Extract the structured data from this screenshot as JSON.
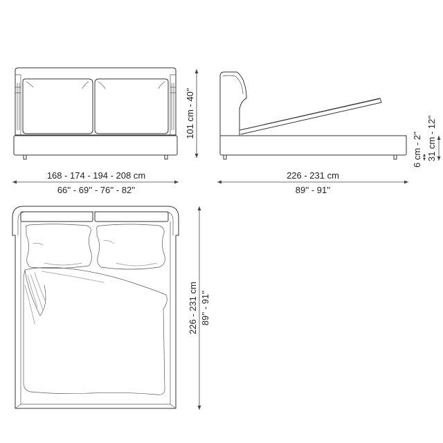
{
  "front_view": {
    "width_cm": "168 - 174 - 194 - 208 cm",
    "width_in": "66'' - 69'' - 76'' - 82''",
    "height_cm_in": "101 cm - 40''"
  },
  "side_view": {
    "length_cm": "226 - 231 cm",
    "length_in": "89'' - 91''",
    "foot_height": "6 cm - 2''",
    "base_height": "31 cm - 12''"
  },
  "top_view": {
    "length_cm": "226 - 231 cm",
    "length_in": "89'' - 91''"
  }
}
